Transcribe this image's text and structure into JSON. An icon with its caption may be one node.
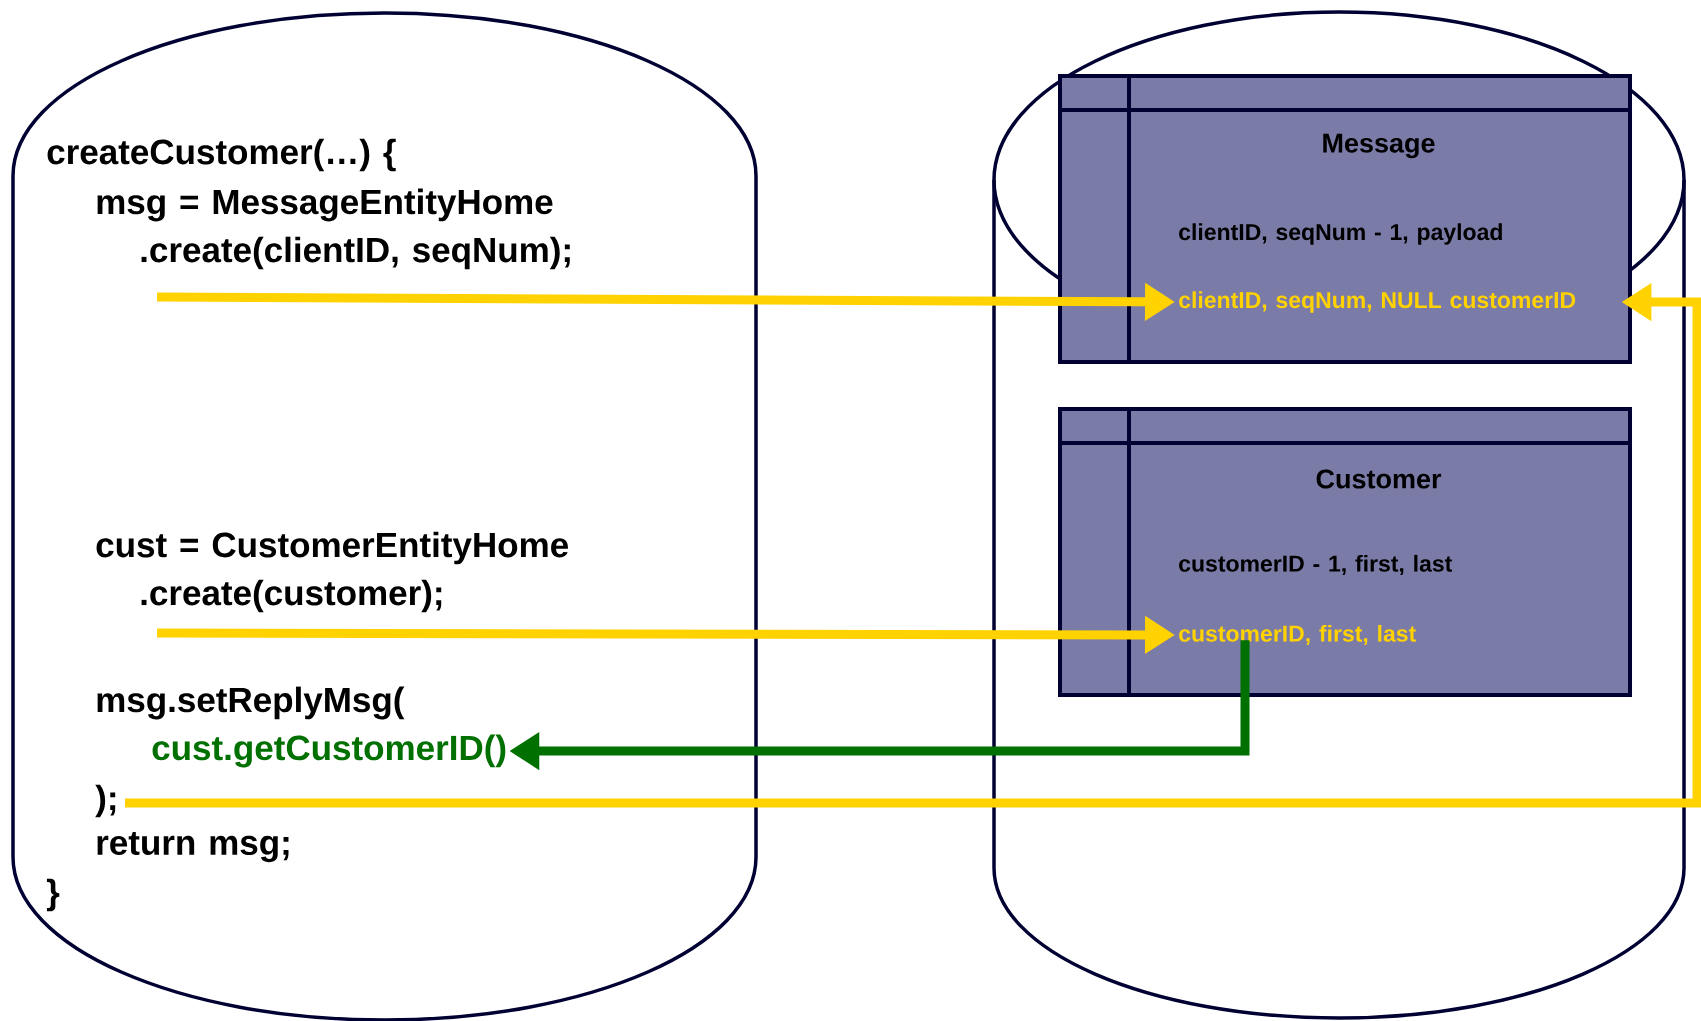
{
  "diagram": {
    "nodes": [
      {
        "text": [
          "createCustomer(…) {",
          "msg = MessageEntityHome",
          ".create(clientID, seqNum);",
          "cust = CustomerEntityHome",
          ".create(customer);",
          "msg.setReplyMsg(",
          ");",
          "return msg;",
          "}"
        ]
      },
      {
        "text": [
          "cust.getCustomerID()"
        ],
        "in": 0
      },
      {
        "text": [],
        "shape": "cylinder"
      },
      {
        "text": [
          "Message"
        ],
        "in": 2
      },
      {
        "text": [
          "clientID, seqNum - 1, payload"
        ],
        "in": 3
      },
      {
        "text": [
          "clientID, seqNum, NULL",
          "customerID"
        ],
        "in": 3
      },
      {
        "text": [
          "Customer"
        ],
        "in": 2
      },
      {
        "text": [
          "customerID - 1, first, last"
        ],
        "in": 6
      },
      {
        "text": [
          "customerID, first, last"
        ],
        "in": 6
      }
    ],
    "edges": [
      {
        "from": null,
        "to": 5,
        "arrow": "to",
        "color": "#ffd200"
      },
      {
        "from": null,
        "to": 8,
        "arrow": "to",
        "color": "#ffd200"
      },
      {
        "from": 8,
        "to": 1,
        "arrow": "to",
        "color": "#007000"
      },
      {
        "from": null,
        "to": 5,
        "arrow": "to",
        "color": "#ffd200"
      }
    ]
  }
}
